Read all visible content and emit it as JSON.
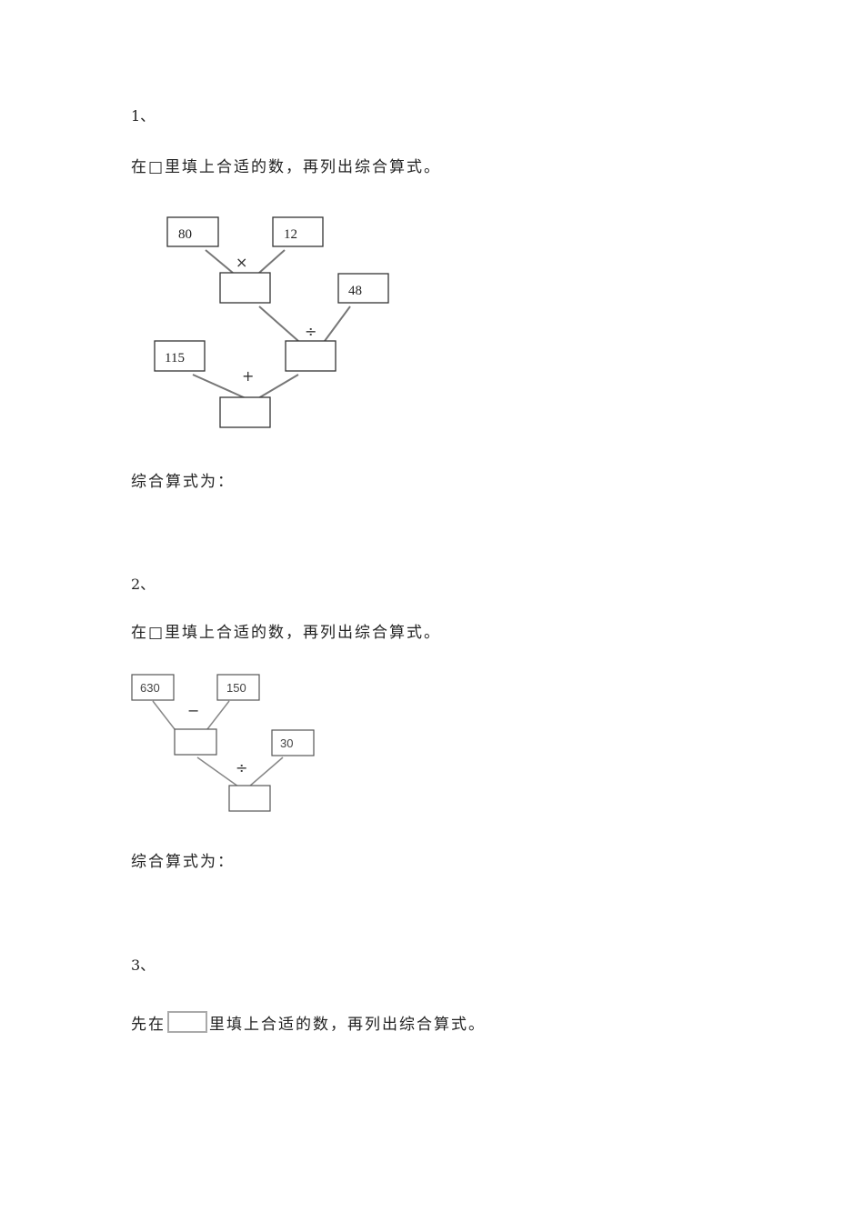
{
  "problems": [
    {
      "number": "1、",
      "instruction": "在□里填上合适的数，再列出综合算式。",
      "diagram": {
        "inputs": [
          "80",
          "12",
          "48",
          "115"
        ],
        "operators": [
          "×",
          "÷",
          "+"
        ],
        "blank_boxes": 3
      },
      "answer_label": "综合算式为："
    },
    {
      "number": "2、",
      "instruction": "在□里填上合适的数，再列出综合算式。",
      "diagram": {
        "inputs": [
          "630",
          "150",
          "30"
        ],
        "operators": [
          "−",
          "÷"
        ],
        "blank_boxes": 2
      },
      "answer_label": "综合算式为："
    },
    {
      "number": "3、",
      "instruction_prefix": "先在",
      "instruction_suffix": "里填上合适的数，再列出综合算式。"
    }
  ]
}
